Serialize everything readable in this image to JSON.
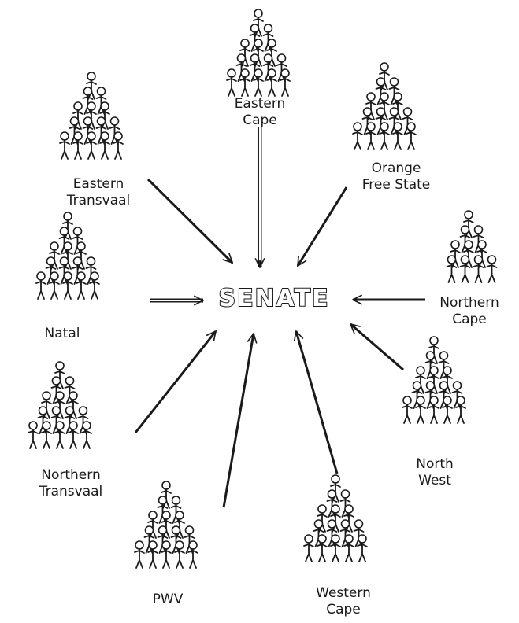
{
  "center": {
    "label": "SENATE"
  },
  "provinces": [
    {
      "id": "eastern-cape",
      "lines": [
        "Eastern",
        "Cape"
      ]
    },
    {
      "id": "orange-free-state",
      "lines": [
        "Orange",
        "Free State"
      ]
    },
    {
      "id": "eastern-transvaal",
      "lines": [
        "Eastern",
        "Transvaal"
      ]
    },
    {
      "id": "northern-cape",
      "lines": [
        "Northern",
        "Cape"
      ]
    },
    {
      "id": "natal",
      "lines": [
        "Natal"
      ]
    },
    {
      "id": "north-west",
      "lines": [
        "North",
        "West"
      ]
    },
    {
      "id": "northern-transvaal",
      "lines": [
        "Northern",
        "Transvaal"
      ]
    },
    {
      "id": "pwv",
      "lines": [
        "PWV"
      ]
    },
    {
      "id": "western-cape",
      "lines": [
        "Western",
        "Cape"
      ]
    }
  ],
  "arrow_color": "#1a1a1a",
  "icon": "stick-figure-crowd-icon"
}
